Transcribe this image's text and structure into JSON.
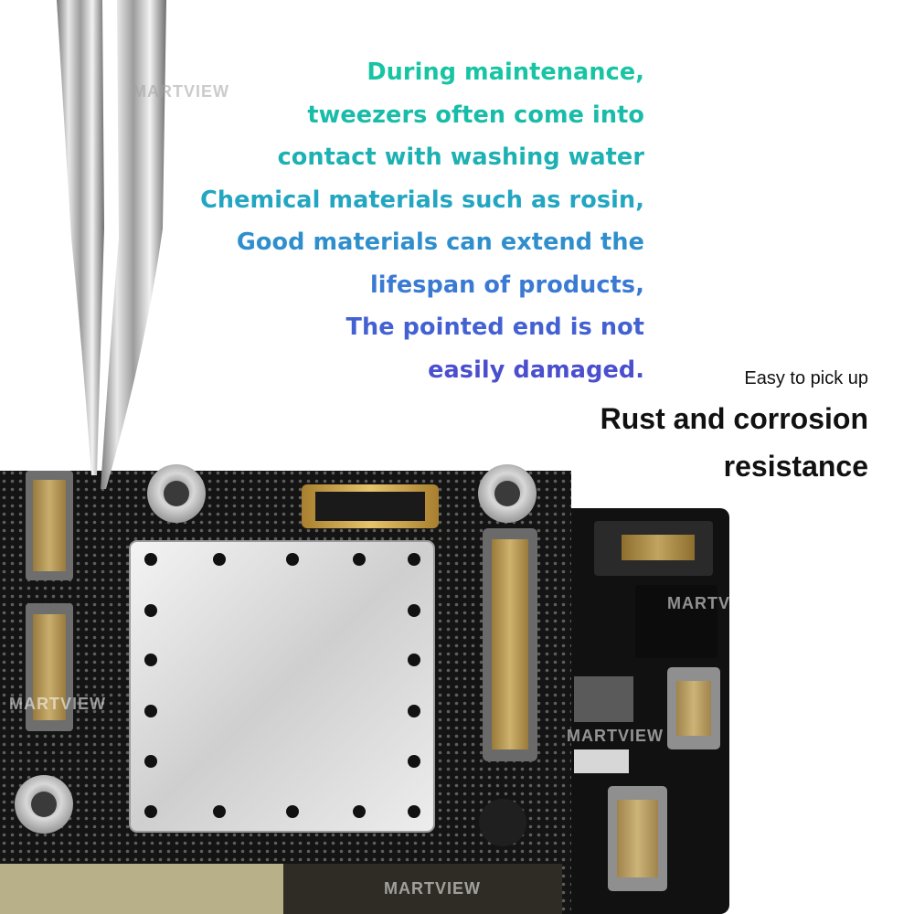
{
  "headline": {
    "lines": [
      "During maintenance,",
      "tweezers often come into",
      "contact with washing water",
      "Chemical materials such as rosin,",
      "Good materials can extend the",
      "lifespan of products,",
      "The pointed end is not",
      "easily damaged."
    ],
    "colors": [
      "#17c4a3",
      "#18bca8",
      "#1db1b4",
      "#23a6c2",
      "#2f8fcd",
      "#3a7ad3",
      "#4461d3",
      "#4b4fcf"
    ]
  },
  "tagline": {
    "small": "Easy to pick up",
    "big_line_1": "Rust and corrosion",
    "big_line_2": "resistance"
  },
  "watermarks": {
    "brand": "MARTVIEW"
  },
  "colors": {
    "board": "#151515",
    "board_edge": "#2a2a26",
    "gold": "#c9a24a",
    "shield": "#dcdcdc"
  }
}
